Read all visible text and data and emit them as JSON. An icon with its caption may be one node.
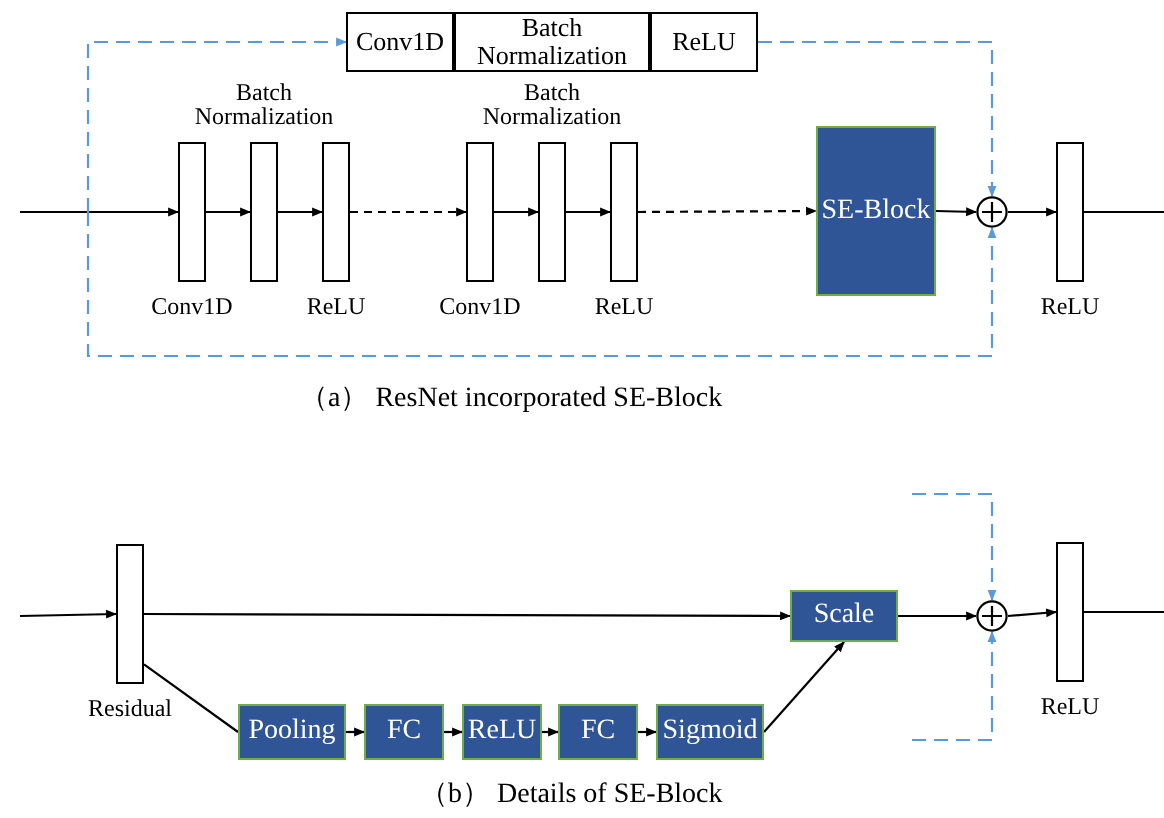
{
  "diagram": {
    "nodes": [
      {
        "text": [
          "Conv1D"
        ]
      },
      {
        "text": [
          "Batch Normalization"
        ]
      },
      {
        "text": [
          "ReLU"
        ]
      },
      {
        "text": [],
        "shape": "bar",
        "beside": [
          "Conv1D"
        ]
      },
      {
        "text": [],
        "shape": "bar",
        "beside": [
          "Batch Normalization"
        ]
      },
      {
        "text": [],
        "shape": "bar",
        "beside": [
          "ReLU"
        ]
      },
      {
        "text": [],
        "shape": "bar",
        "beside": [
          "Conv1D"
        ]
      },
      {
        "text": [],
        "shape": "bar",
        "beside": [
          "Batch Normalization"
        ]
      },
      {
        "text": [],
        "shape": "bar",
        "beside": [
          "ReLU"
        ]
      },
      {
        "text": [
          "SE-Block"
        ]
      },
      {
        "text": [],
        "shape": "circle"
      },
      {
        "text": [],
        "shape": "bar",
        "beside": [
          "ReLU"
        ]
      },
      {
        "text": [],
        "shape": "bar",
        "beside": [
          "Residual"
        ]
      },
      {
        "text": [
          "Scale"
        ]
      },
      {
        "text": [
          "Pooling"
        ]
      },
      {
        "text": [
          "FC"
        ]
      },
      {
        "text": [
          "ReLU"
        ]
      },
      {
        "text": [
          "FC"
        ]
      },
      {
        "text": [
          "Sigmoid"
        ]
      },
      {
        "text": [],
        "shape": "circle"
      },
      {
        "text": [],
        "shape": "bar",
        "beside": [
          "ReLU"
        ]
      }
    ],
    "edges": [
      {
        "from": null,
        "to": 3,
        "arrow": "to"
      },
      {
        "from": 3,
        "to": 4,
        "arrow": "to"
      },
      {
        "from": 4,
        "to": 5,
        "arrow": "to"
      },
      {
        "from": 5,
        "to": 6,
        "arrow": "to",
        "style": "dashed"
      },
      {
        "from": 6,
        "to": 7,
        "arrow": "to"
      },
      {
        "from": 7,
        "to": 8,
        "arrow": "to"
      },
      {
        "from": 8,
        "to": 9,
        "arrow": "to",
        "style": "dashed"
      },
      {
        "from": 9,
        "to": 10,
        "arrow": "to"
      },
      {
        "from": 10,
        "to": 11,
        "arrow": "to"
      },
      {
        "from": 11,
        "to": null,
        "arrow": "none"
      },
      {
        "from": null,
        "to": 0,
        "arrow": "to",
        "style": "dashed",
        "color": "#5b9bd5"
      },
      {
        "from": 2,
        "to": 10,
        "arrow": "to",
        "style": "dashed",
        "color": "#5b9bd5"
      },
      {
        "from": null,
        "to": 10,
        "arrow": "to",
        "style": "dashed",
        "color": "#5b9bd5"
      },
      {
        "from": null,
        "to": 12,
        "arrow": "to"
      },
      {
        "from": 12,
        "to": 13,
        "arrow": "to"
      },
      {
        "from": 12,
        "to": 14,
        "arrow": "none"
      },
      {
        "from": 14,
        "to": 15,
        "arrow": "to"
      },
      {
        "from": 15,
        "to": 16,
        "arrow": "to"
      },
      {
        "from": 16,
        "to": 17,
        "arrow": "to"
      },
      {
        "from": 17,
        "to": 18,
        "arrow": "to"
      },
      {
        "from": 18,
        "to": 13,
        "arrow": "to"
      },
      {
        "from": 13,
        "to": 19,
        "arrow": "to"
      },
      {
        "from": 19,
        "to": 20,
        "arrow": "to"
      },
      {
        "from": 20,
        "to": null,
        "arrow": "none"
      },
      {
        "from": null,
        "to": 19,
        "arrow": "to",
        "style": "dashed",
        "color": "#5b9bd5"
      },
      {
        "from": null,
        "to": 19,
        "arrow": "to",
        "style": "dashed",
        "color": "#5b9bd5"
      }
    ],
    "labels": [
      "（a） ResNet incorporated SE-Block",
      "（b） Details of SE-Block"
    ]
  }
}
